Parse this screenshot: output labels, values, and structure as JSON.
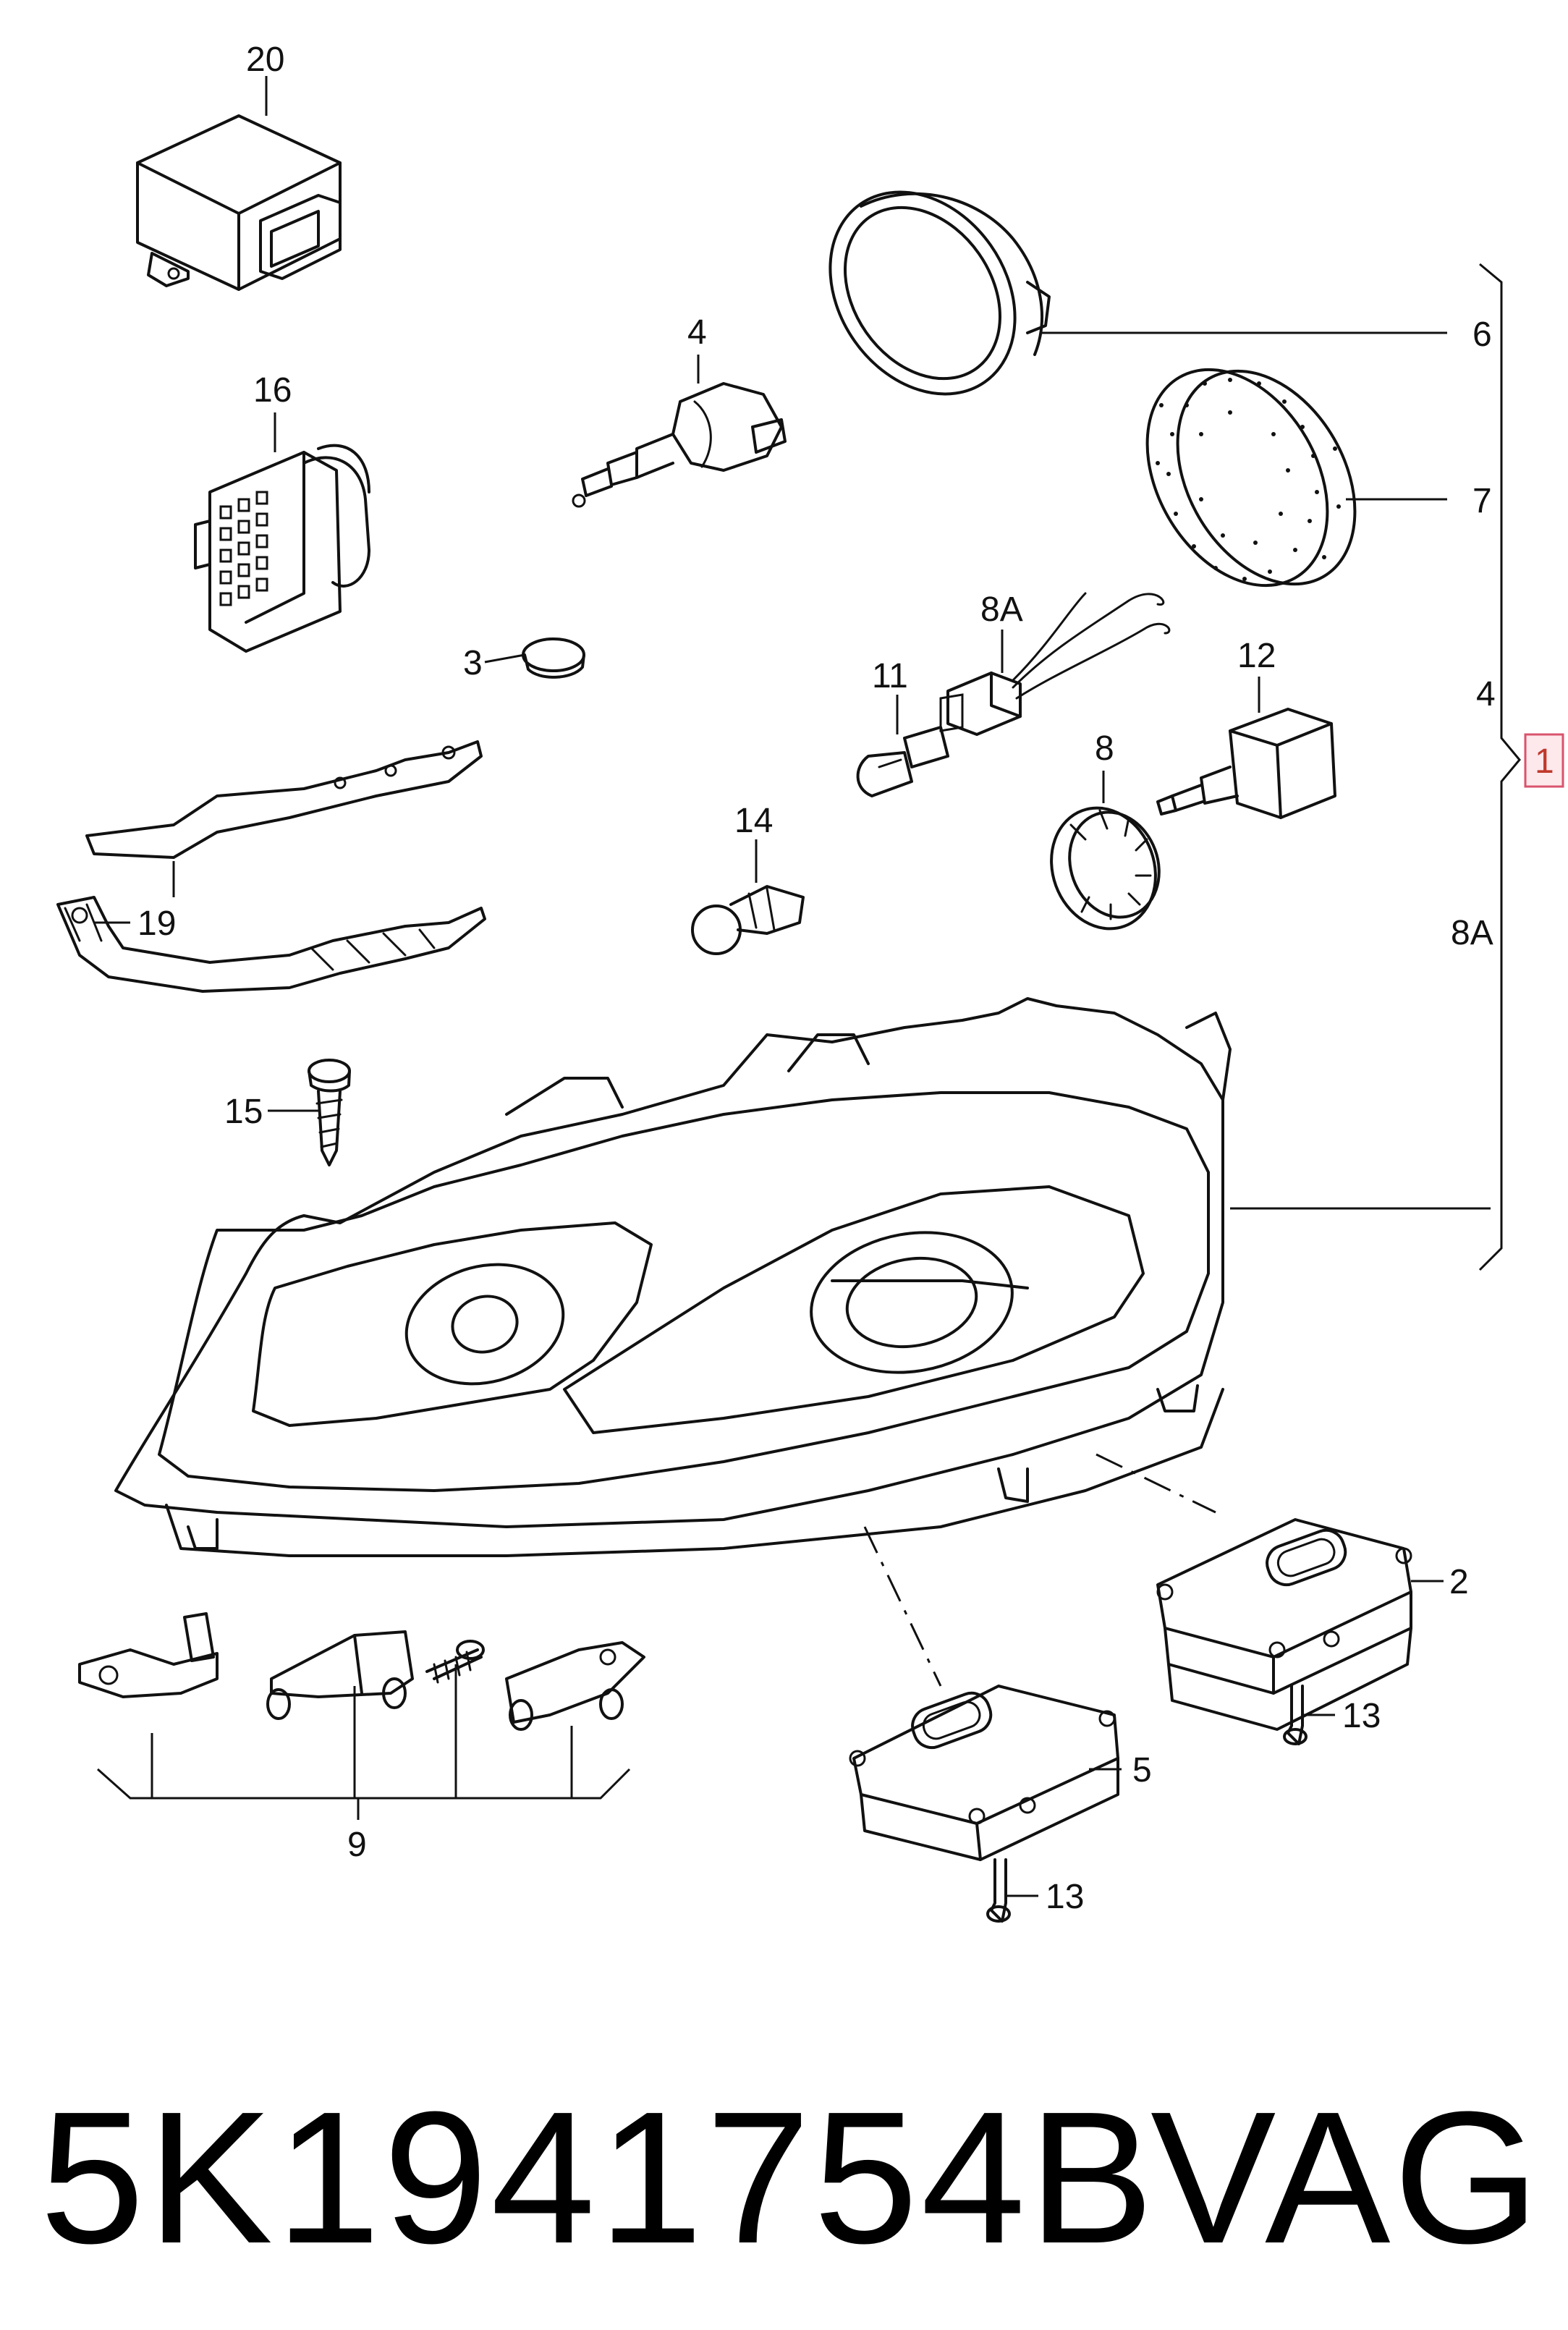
{
  "labels": {
    "l20": "20",
    "l16": "16",
    "l4": "4",
    "l6": "6",
    "l7": "7",
    "l8a_top": "8A",
    "l11": "11",
    "l12": "12",
    "l3": "3",
    "l4_side": "4",
    "l1": "1",
    "l8": "8",
    "l14": "14",
    "l19": "19",
    "l8a_side": "8A",
    "l15": "15",
    "l2": "2",
    "l13a": "13",
    "l5": "5",
    "l13b": "13",
    "l9": "9"
  },
  "footer": {
    "part_number": "5K1941754B",
    "brand": "VAG"
  },
  "colors": {
    "line": "#111111",
    "highlight_box": "#fde8ec",
    "highlight_border": "#d9536c"
  }
}
